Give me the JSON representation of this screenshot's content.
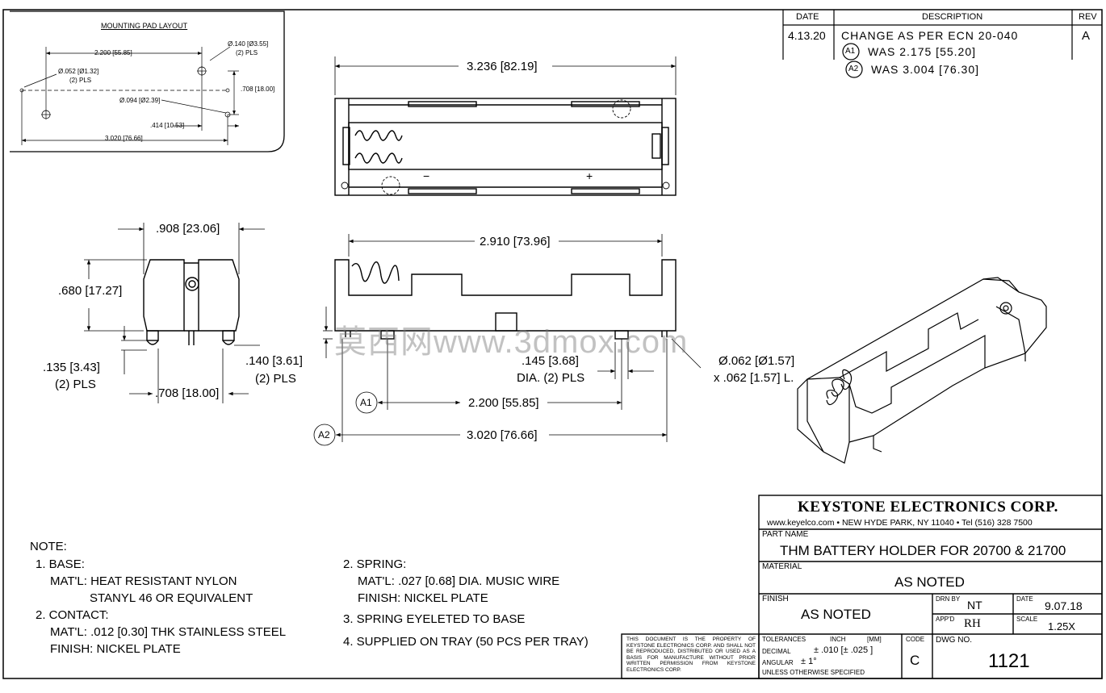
{
  "revision_block": {
    "headers": {
      "date": "DATE",
      "description": "DESCRIPTION",
      "rev": "REV"
    },
    "row": {
      "date": "4.13.20",
      "description": "CHANGE AS PER ECN 20-040",
      "rev": "A",
      "changes": [
        {
          "tag": "A1",
          "text": "WAS 2.175 [55.20]"
        },
        {
          "tag": "A2",
          "text": "WAS 3.004 [76.30]"
        }
      ]
    }
  },
  "mounting_pad_layout": {
    "title": "MOUNTING PAD LAYOUT",
    "dims": {
      "span_2200": "2.200 [55.85]",
      "hole_140": "Ø.140 [Ø3.55]",
      "hole_140_qty": "(2) PLS",
      "hole_052": "Ø.052 [Ø1.32]",
      "hole_052_qty": "(2) PLS",
      "height_708": ".708 [18.00]",
      "hole_094": "Ø.094 [Ø2.39]",
      "offset_414": ".414 [10.53]",
      "span_3020": "3.020 [76.66]"
    }
  },
  "top_view": {
    "length": "3.236 [82.19]",
    "minus": "−",
    "plus": "+"
  },
  "end_view": {
    "width": ".908 [23.06]",
    "height": ".680 [17.27]",
    "pin_len": ".135 [3.43]",
    "pin_len_qty": "(2) PLS",
    "pin_dia": ".140 [3.61]",
    "pin_dia_qty": "(2) PLS",
    "pin_spacing": ".708 [18.00]"
  },
  "side_view": {
    "inner_length": "2.910 [73.96]",
    "boss_dia": ".145 [3.68]",
    "boss_dia_qty": "DIA. (2) PLS",
    "pin_spec": "Ø.062 [Ø1.57]",
    "pin_spec_len": "x .062 [1.57] L.",
    "a1_tag": "A1",
    "a1_dim": "2.200 [55.85]",
    "a2_tag": "A2",
    "a2_dim": "3.020 [76.66]"
  },
  "watermark": "莫西网www.3dmox.com",
  "notes": {
    "header": "NOTE:",
    "items": [
      "1. BASE:",
      "MAT'L: HEAT RESISTANT NYLON",
      "STANYL 46 OR EQUIVALENT",
      "2. CONTACT:",
      "MAT'L: .012 [0.30] THK STAINLESS STEEL",
      "FINISH: NICKEL PLATE"
    ],
    "items_right": [
      "2. SPRING:",
      "MAT'L: .027 [0.68] DIA. MUSIC WIRE",
      "FINISH: NICKEL PLATE",
      "3. SPRING EYELETED TO BASE",
      "4. SUPPLIED ON TRAY (50 PCS PER TRAY)"
    ]
  },
  "property_notice": "THIS DOCUMENT IS THE PROPERTY OF KEYSTONE ELECTRONICS CORP. AND SHALL NOT BE REPRODUCED, DISTRIBUTED OR USED AS A BASIS FOR MANUFACTURE WITHOUT PRIOR WRITTEN PERMISSION FROM KEYSTONE ELECTRONICS CORP.",
  "title_block": {
    "company": "KEYSTONE ELECTRONICS CORP.",
    "address": "www.keyelco.com  •  NEW HYDE PARK, NY 11040  •  Tel (516) 328 7500",
    "part_name_label": "PART NAME",
    "part_name": "THM BATTERY HOLDER FOR 20700 & 21700",
    "material_label": "MATERIAL",
    "material": "AS NOTED",
    "finish_label": "FINISH",
    "finish": "AS NOTED",
    "drn_by_label": "DRN BY",
    "drn_by": "NT",
    "date_label": "DATE",
    "date": "9.07.18",
    "appd_label": "APP'D",
    "appd": "RH",
    "scale_label": "SCALE",
    "scale": "1.25X",
    "tolerances_label": "TOLERANCES",
    "inch_label": "INCH",
    "mm_label": "[MM]",
    "decimal_label": "DECIMAL",
    "decimal_tol": "± .010  [± .025 ]",
    "angular_label": "ANGULAR",
    "angular_tol": "± 1°",
    "unless_label": "UNLESS OTHERWISE SPECIFIED",
    "code_label": "CODE",
    "code": "C",
    "dwg_no_label": "DWG NO.",
    "dwg_no": "1121"
  }
}
